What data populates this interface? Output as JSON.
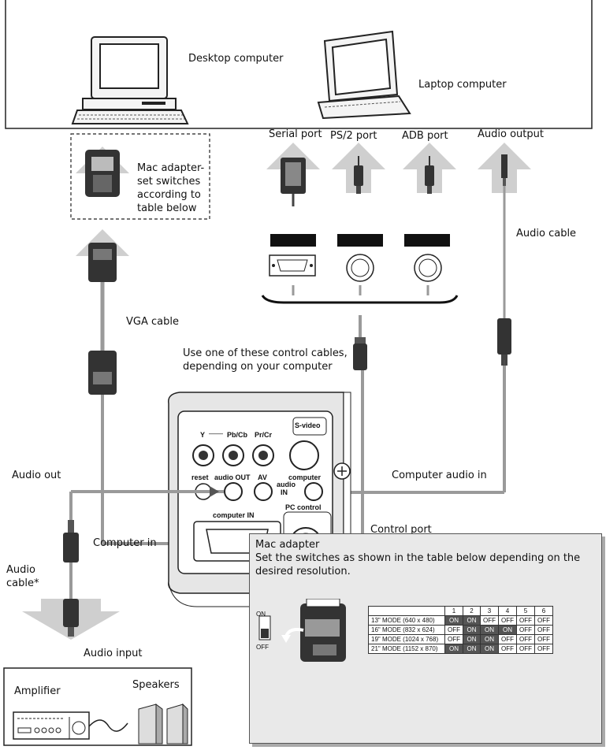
{
  "computers": {
    "desktop_label": "Desktop computer",
    "laptop_label": "Laptop computer"
  },
  "ports": {
    "serial": "Serial port",
    "ps2": "PS/2 port",
    "adb": "ADB port",
    "audio_output": "Audio output"
  },
  "mac_adapter_note": "Mac adapter-set switches according to table below",
  "cables": {
    "audio_cable": "Audio cable",
    "vga_cable": "VGA cable",
    "control_cables_note": "Use one of these control cables, depending on your computer",
    "audio_cable_star": "Audio cable*"
  },
  "connections": {
    "audio_out": "Audio out",
    "computer_audio_in": "Computer audio in",
    "control_port": "Control port",
    "computer_in": "Computer in",
    "audio_input": "Audio input"
  },
  "panel": {
    "y": "Y",
    "pb_cb": "Pb/Cb",
    "pr_cr": "Pr/Cr",
    "s_video": "S-video",
    "reset": "reset",
    "audio_out": "audio OUT",
    "av": "AV",
    "computer": "computer",
    "audio_in_1": "audio",
    "audio_in_2": "IN",
    "pc_control": "PC control",
    "computer_in": "computer IN"
  },
  "audio_system": {
    "amplifier": "Amplifier",
    "speakers": "Speakers"
  },
  "mac_box": {
    "title": "Mac adapter",
    "description": "Set the switches as shown in the table below depending on the desired resolution.",
    "switch_on": "ON",
    "switch_off": "OFF",
    "columns": [
      "1",
      "2",
      "3",
      "4",
      "5",
      "6"
    ],
    "rows": [
      {
        "mode": "13\" MODE (640 x 480)",
        "values": [
          "ON",
          "ON",
          "OFF",
          "OFF",
          "OFF",
          "OFF"
        ]
      },
      {
        "mode": "16\" MODE (832 x 624)",
        "values": [
          "OFF",
          "ON",
          "ON",
          "ON",
          "OFF",
          "OFF"
        ]
      },
      {
        "mode": "19\" MODE (1024 x 768)",
        "values": [
          "OFF",
          "ON",
          "ON",
          "OFF",
          "OFF",
          "OFF"
        ]
      },
      {
        "mode": "21\" MODE (1152 x 870)",
        "values": [
          "ON",
          "ON",
          "ON",
          "OFF",
          "OFF",
          "OFF"
        ]
      }
    ]
  },
  "colors": {
    "arrow_gray": "#cfcfcf",
    "cable_gray": "#9a9a9a",
    "projector_gray": "#e6e6e6",
    "on_cell": "#555555"
  }
}
